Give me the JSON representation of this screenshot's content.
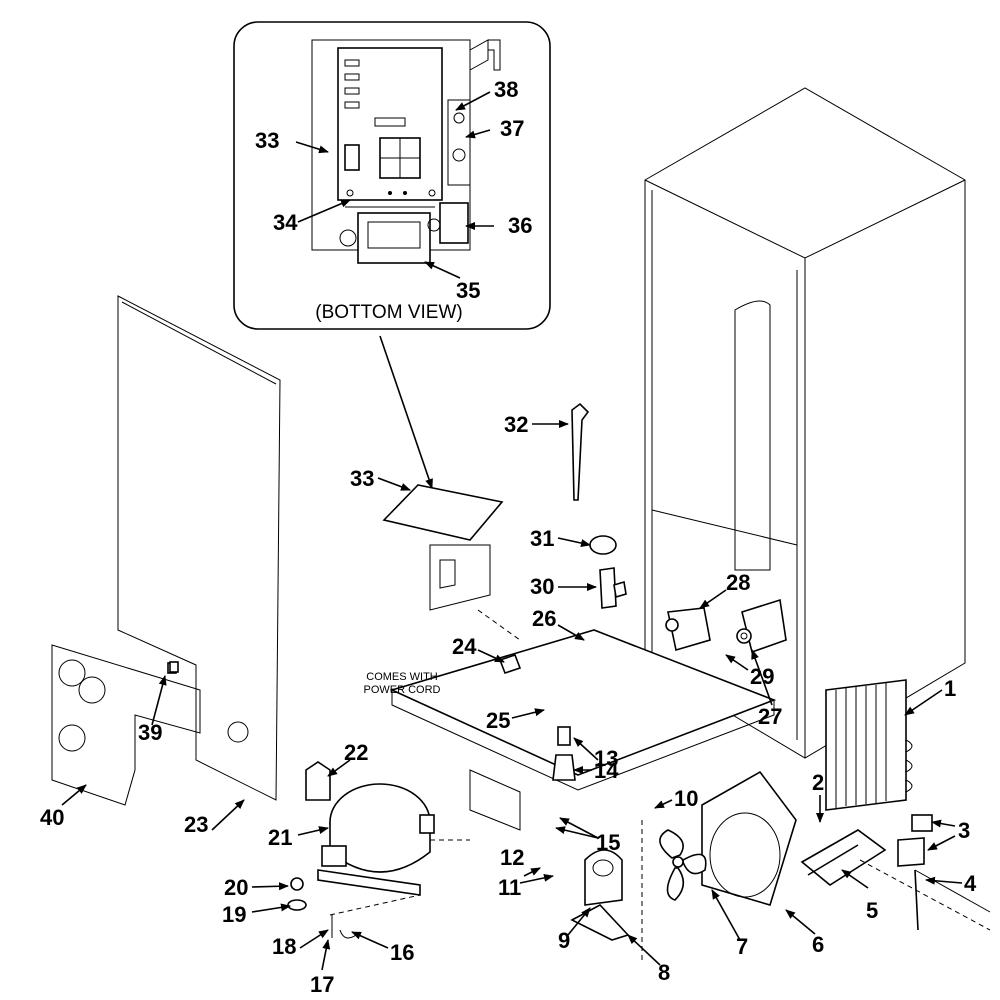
{
  "inset": {
    "caption": "(BOTTOM VIEW)",
    "callouts": [
      "33",
      "34",
      "35",
      "36",
      "37",
      "38"
    ]
  },
  "note": {
    "line1": "COMES WITH",
    "line2": "POWER CORD"
  },
  "callouts": [
    "1",
    "2",
    "3",
    "4",
    "5",
    "6",
    "7",
    "8",
    "9",
    "10",
    "11",
    "12",
    "13",
    "14",
    "15",
    "16",
    "17",
    "18",
    "19",
    "20",
    "21",
    "22",
    "23",
    "24",
    "25",
    "26",
    "27",
    "28",
    "29",
    "30",
    "31",
    "32",
    "33",
    "39",
    "40"
  ],
  "icons": {
    "callout_arrow": "arrow-icon",
    "board": "control-board-icon",
    "transformer": "transformer-icon"
  }
}
